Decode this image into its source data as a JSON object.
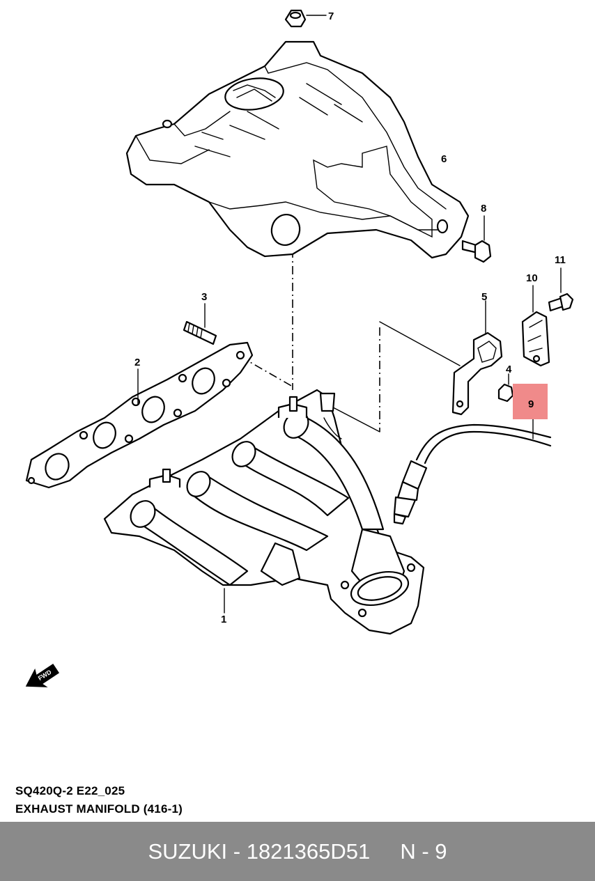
{
  "callouts": {
    "c1": "1",
    "c2": "2",
    "c3": "3",
    "c4": "4",
    "c5": "5",
    "c6": "6",
    "c7": "7",
    "c8": "8",
    "c9": "9",
    "c10": "10",
    "c11": "11"
  },
  "fwd_label": "FWD",
  "highlight_color": "#f08a8a",
  "caption": {
    "code": "SQ420Q-2 E22_025",
    "title": "EXHAUST MANIFOLD (416-1)"
  },
  "footer": {
    "brand": "SUZUKI",
    "part_number": "1821365D51",
    "position": "N - 9",
    "background": "#8a8a8a"
  }
}
